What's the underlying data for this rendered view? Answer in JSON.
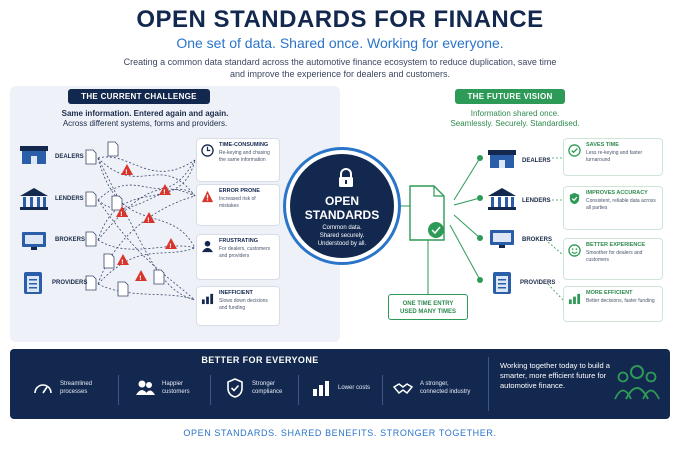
{
  "header": {
    "title": "OPEN STANDARDS FOR FINANCE",
    "subtitle": "One set of data. Shared once. Working for everyone.",
    "intro": "Creating a common data standard across the automotive finance ecosystem to reduce duplication, save time and improve the experience for dealers and customers."
  },
  "current": {
    "label": "THE CURRENT CHALLENGE",
    "lead_1": "Same information. Entered again and again.",
    "lead_2": "Across different systems, forms and providers.",
    "actors": [
      "DEALERS",
      "LENDERS",
      "BROKERS",
      "PROVIDERS"
    ],
    "issues": [
      {
        "title": "TIME-CONSUMING",
        "desc": "Re-keying and chasing the same information",
        "icon": "clock-icon"
      },
      {
        "title": "ERROR PRONE",
        "desc": "Increased risk of mistakes",
        "icon": "warning-icon"
      },
      {
        "title": "FRUSTRATING",
        "desc": "For dealers, customers and providers",
        "icon": "person-icon"
      },
      {
        "title": "INEFFICIENT",
        "desc": "Slows down decisions and funding",
        "icon": "bar-chart-icon"
      }
    ]
  },
  "center": {
    "title_1": "OPEN",
    "title_2": "STANDARDS",
    "line_1": "Common data.",
    "line_2": "Shared securely.",
    "line_3": "Understood by all."
  },
  "future": {
    "label": "THE FUTURE VISION",
    "lead_1": "Information shared once.",
    "lead_2": "Seamlessly. Securely. Standardised.",
    "once_1": "ONE TIME ENTRY",
    "once_2": "USED MANY TIMES",
    "actors": [
      "DEALERS",
      "LENDERS",
      "BROKERS",
      "PROVIDERS"
    ],
    "benefits": [
      {
        "title": "SAVES TIME",
        "desc": "Less re-keying and faster turnaround",
        "icon": "check-circle-icon"
      },
      {
        "title": "IMPROVES ACCURACY",
        "desc": "Consistent, reliable data across all parties",
        "icon": "shield-check-icon"
      },
      {
        "title": "BETTER EXPERIENCE",
        "desc": "Smoother for dealers and customers",
        "icon": "smile-icon"
      },
      {
        "title": "MORE EFFICIENT",
        "desc": "Better decisions, faster funding",
        "icon": "growth-chart-icon"
      }
    ]
  },
  "band": {
    "title": "BETTER FOR EVERYONE",
    "items": [
      {
        "label_1": "Streamlined",
        "label_2": "processes",
        "icon": "speedometer-icon"
      },
      {
        "label_1": "Happier",
        "label_2": "customers",
        "icon": "people-icon"
      },
      {
        "label_1": "Stronger",
        "label_2": "compliance",
        "icon": "shield-check-icon"
      },
      {
        "label_1": "Lower costs",
        "label_2": "",
        "icon": "bar-chart-icon"
      },
      {
        "label_1": "A stronger,",
        "label_2": "connected industry",
        "icon": "handshake-icon"
      }
    ],
    "closing": "Working together today to build a smarter, more efficient future for automotive finance."
  },
  "footer": "OPEN STANDARDS. SHARED BENEFITS. STRONGER TOGETHER.",
  "colors": {
    "navy": "#13284f",
    "blue": "#2a74c9",
    "green": "#2e9a57",
    "red": "#d9342b"
  }
}
